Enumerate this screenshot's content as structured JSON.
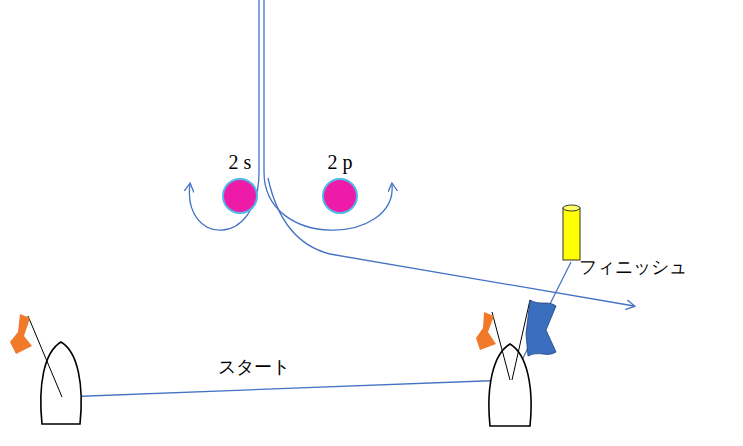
{
  "diagram": {
    "nodes": [
      {
        "text": [
          "2 s"
        ]
      },
      {
        "text": [
          "2 p"
        ]
      }
    ],
    "labels": [
      "スタート",
      "フィニッシュ"
    ]
  }
}
